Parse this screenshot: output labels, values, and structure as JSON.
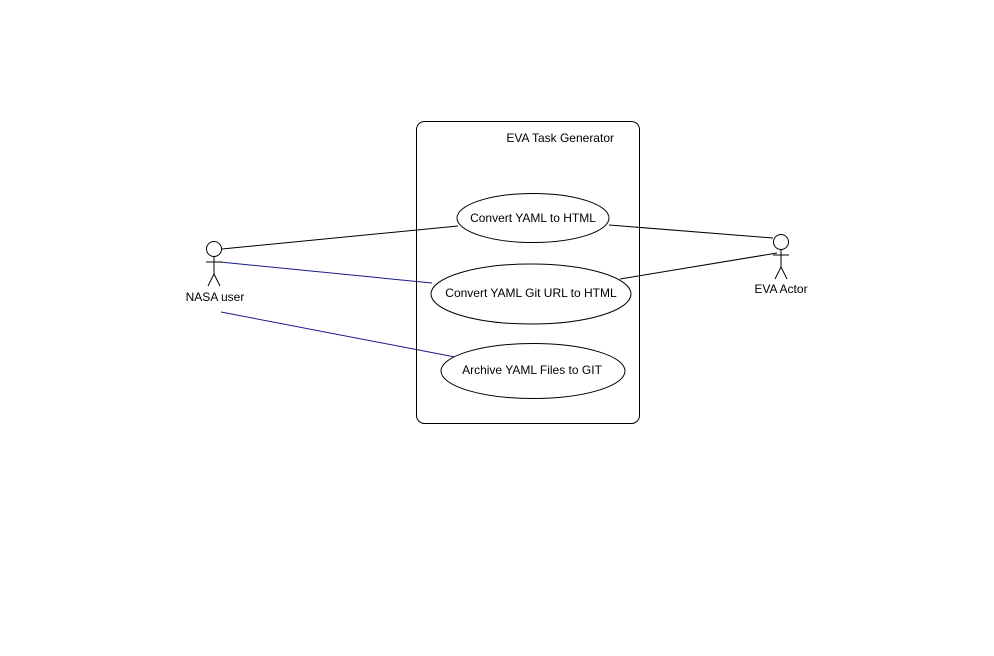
{
  "diagram": {
    "system": {
      "title": "EVA Task Generator"
    },
    "use_cases": [
      {
        "id": "uc1",
        "label": "Convert YAML to HTML"
      },
      {
        "id": "uc2",
        "label": "Convert YAML Git URL to HTML"
      },
      {
        "id": "uc3",
        "label": "Archive YAML Files to GIT"
      }
    ],
    "actors": [
      {
        "id": "nasa",
        "label": "NASA user"
      },
      {
        "id": "eva",
        "label": "EVA Actor"
      }
    ],
    "associations": [
      {
        "from": "nasa",
        "to": "uc1",
        "color": "#000000"
      },
      {
        "from": "nasa",
        "to": "uc2",
        "color": "#1a1a8c"
      },
      {
        "from": "nasa",
        "to": "uc3",
        "color": "#1a1a8c"
      },
      {
        "from": "eva",
        "to": "uc1",
        "color": "#000000"
      },
      {
        "from": "eva",
        "to": "uc2",
        "color": "#000000"
      }
    ]
  }
}
